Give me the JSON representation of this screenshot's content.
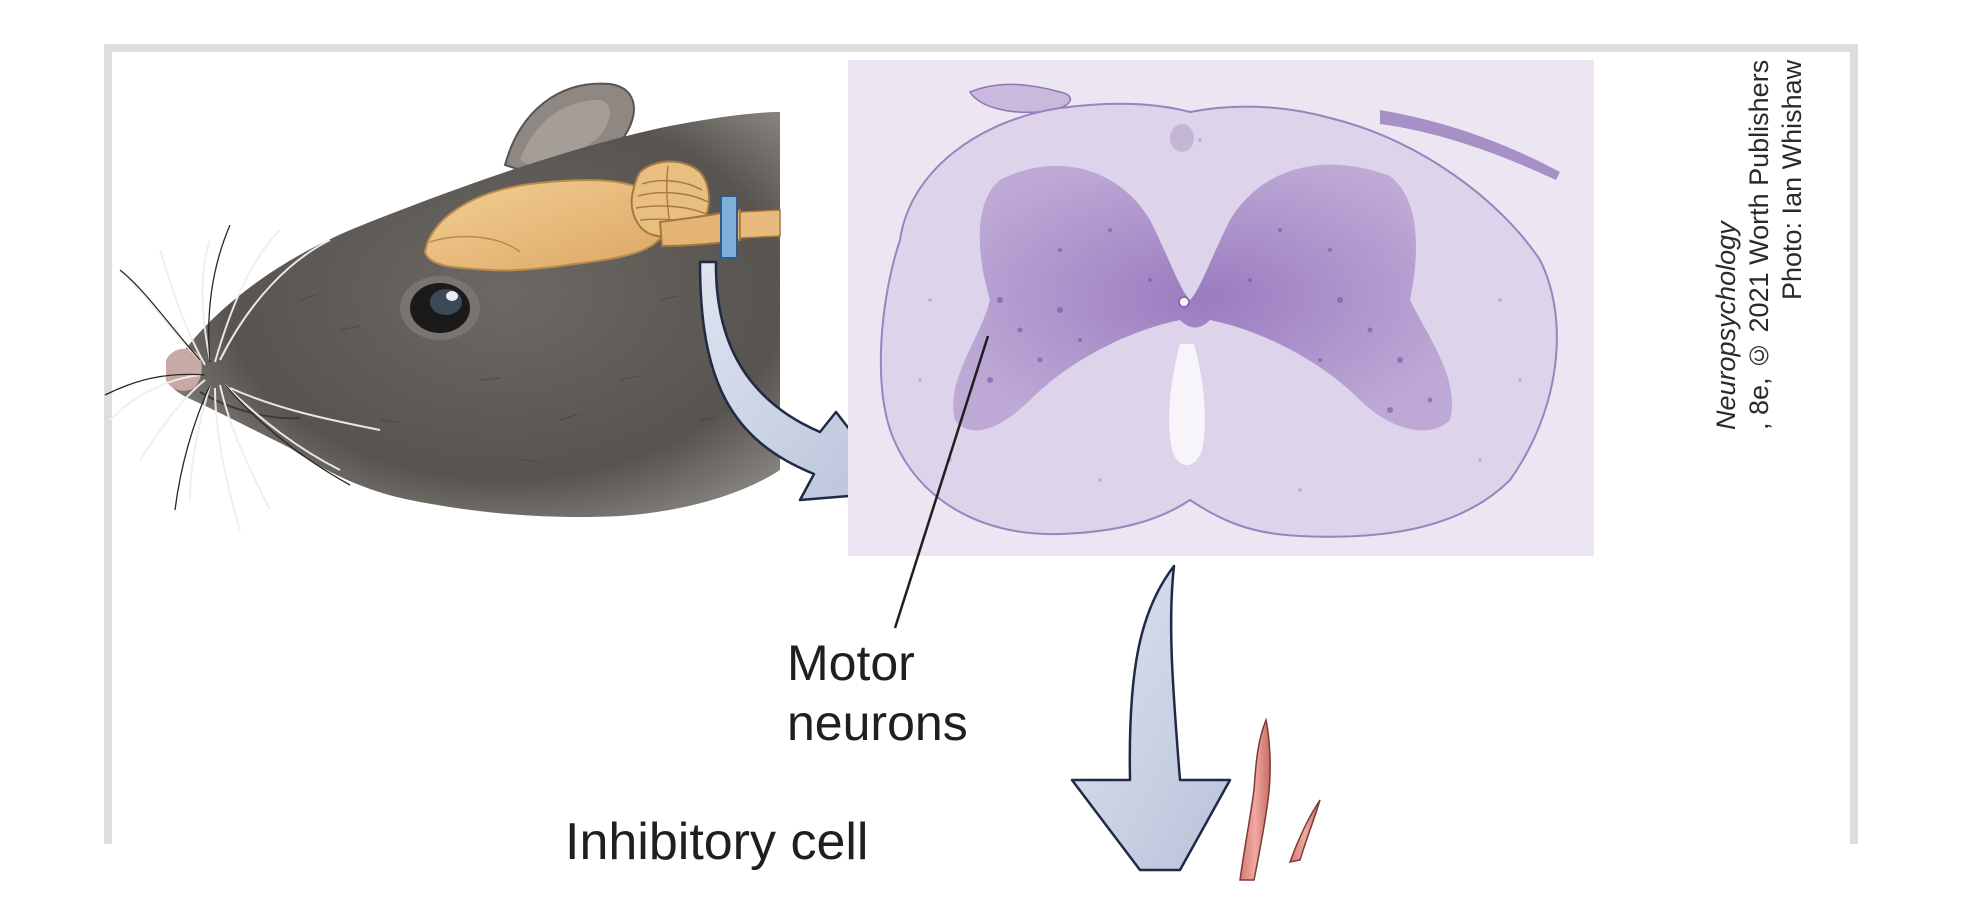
{
  "figure": {
    "labels": {
      "motor_neurons_line1": "Motor",
      "motor_neurons_line2": "neurons",
      "inhibitory_cell": "Inhibitory cell"
    },
    "credit": {
      "book_title": "Neuropsychology",
      "edition_and_publisher": ", 8e, © 2021 Worth Publishers",
      "photo": "Photo: Ian Whishaw"
    },
    "colors": {
      "border": "#dedede",
      "rat_fur": "#5b5753",
      "brain": "#e8b877",
      "stain_violet": "#8a68b4",
      "slide_bg": "#e9e4f0",
      "arrow_fill": "#c7cfe3",
      "arrow_stroke": "#1f2a44",
      "muscle": "#e7938a"
    }
  }
}
